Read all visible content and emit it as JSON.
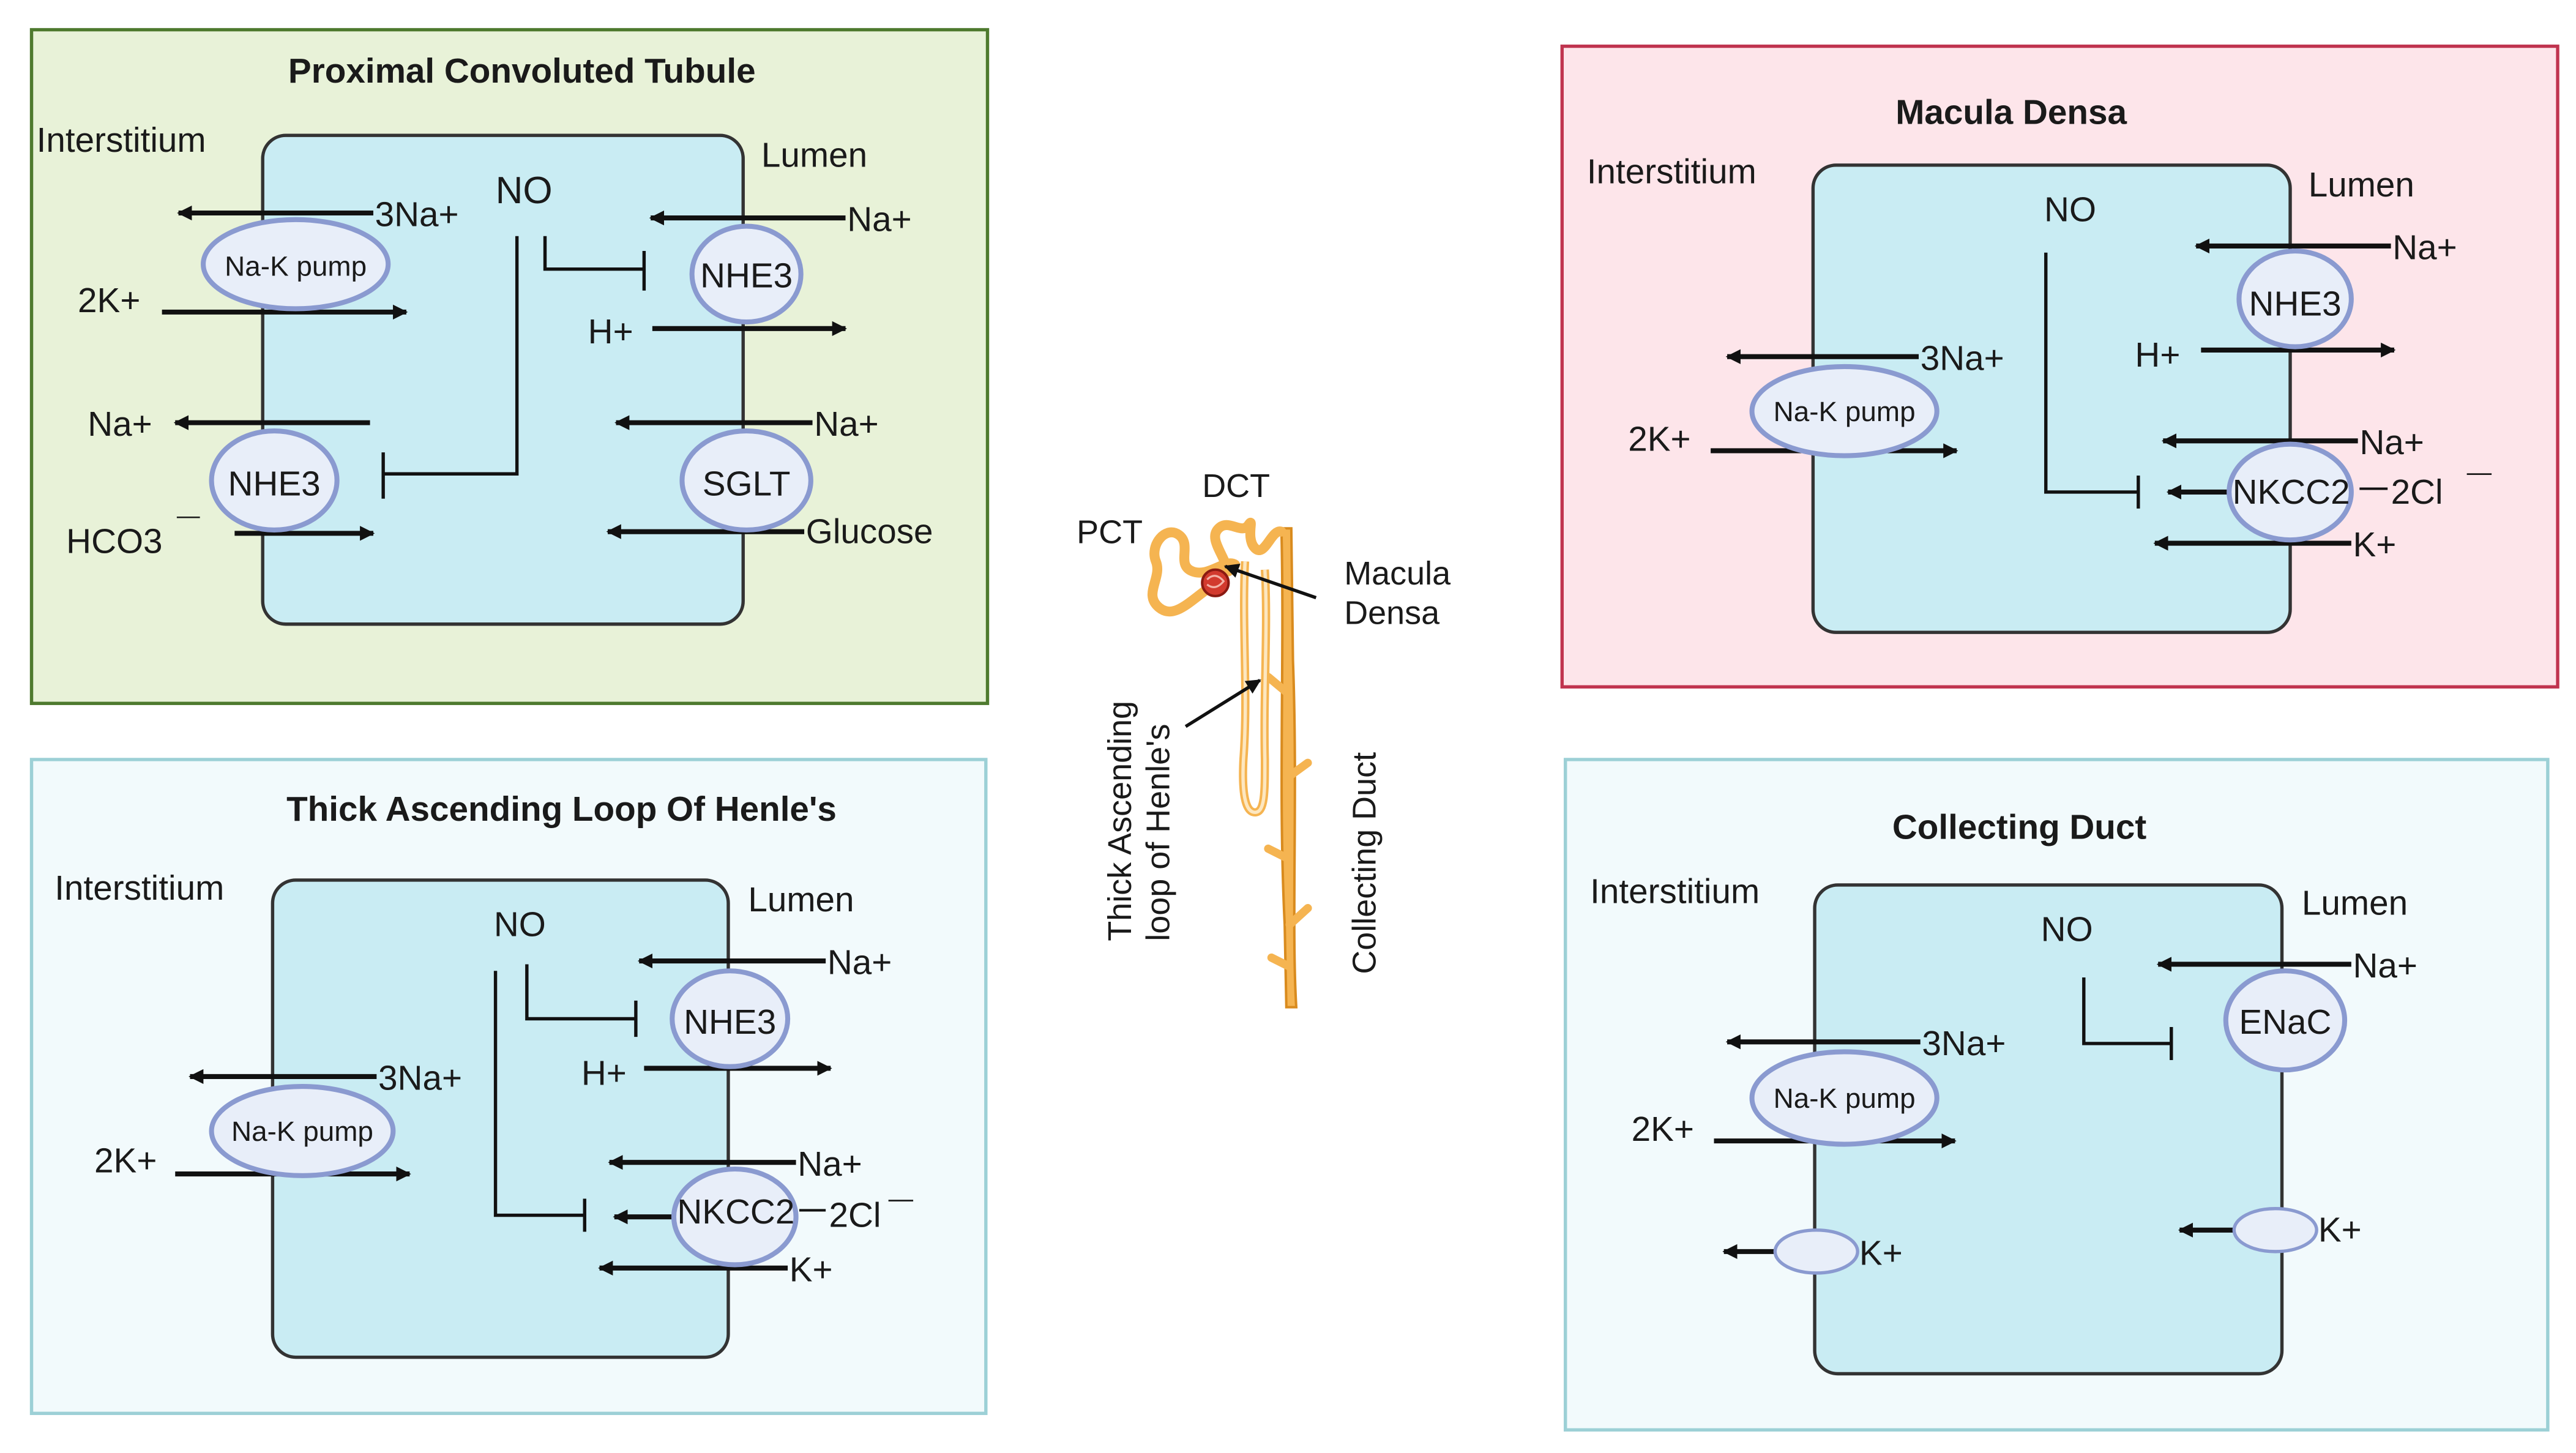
{
  "colors": {
    "pct_panel_fill": "#e8f2d8",
    "pct_panel_border": "#4e7a2e",
    "md_panel_fill": "#fde5ea",
    "md_panel_border": "#c0344f",
    "loop_panel_fill": "#f2fafc",
    "loop_panel_border": "#9cd0d6",
    "cd_panel_fill": "#f2fafc",
    "cd_panel_border": "#9cd0d6",
    "cell_fill": "#c9ecf3",
    "cell_border": "#333333",
    "transporter_fill": "#e8eef9",
    "transporter_border": "#8a9ad0",
    "nephron_fill": "#f5b451",
    "nephron_stroke": "#d98b1e",
    "macula_fill": "#d23a2e",
    "arrow": "#111111"
  },
  "panels": {
    "pct": {
      "title": "Proximal Convoluted Tubule",
      "interstitium": "Interstitium",
      "lumen": "Lumen",
      "no": "NO",
      "na_k_pump": "Na-K pump",
      "three_na": "3Na+",
      "two_k": "2K+",
      "nhe3_lumen": "NHE3",
      "na_lumen_1": "Na+",
      "h_plus": "H+",
      "na_interstitium": "Na+",
      "nhe3_basal": "NHE3",
      "hco3": "HCO3",
      "hco3_charge": "—",
      "sglt": "SGLT",
      "na_lumen_2": "Na+",
      "glucose": "Glucose"
    },
    "macula_densa": {
      "title": "Macula Densa",
      "interstitium": "Interstitium",
      "lumen": "Lumen",
      "no": "NO",
      "na_lumen": "Na+",
      "nhe3": "NHE3",
      "h_plus": "H+",
      "three_na": "3Na+",
      "na_k_pump": "Na-K pump",
      "two_k": "2K+",
      "na_nkcc": "Na+",
      "nkcc2": "NKCC2",
      "two_cl": "2Cl",
      "cl_charge": "—",
      "k_plus": "K+"
    },
    "loop_of_henle": {
      "title": "Thick Ascending Loop Of Henle's",
      "interstitium": "Interstitium",
      "lumen": "Lumen",
      "no": "NO",
      "na_lumen": "Na+",
      "nhe3": "NHE3",
      "h_plus": "H+",
      "three_na": "3Na+",
      "na_k_pump": "Na-K pump",
      "two_k": "2K+",
      "na_nkcc": "Na+",
      "nkcc2": "NKCC2",
      "two_cl": "2Cl",
      "cl_charge": "—",
      "k_plus": "K+"
    },
    "collecting_duct": {
      "title": "Collecting Duct",
      "interstitium": "Interstitium",
      "lumen": "Lumen",
      "no": "NO",
      "na_lumen": "Na+",
      "enac": "ENaC",
      "three_na": "3Na+",
      "na_k_pump": "Na-K pump",
      "two_k": "2K+",
      "k_interstitium": "K+",
      "k_lumen": "K+"
    }
  },
  "nephron": {
    "pct": "PCT",
    "dct": "DCT",
    "macula_densa_line1": "Macula",
    "macula_densa_line2": "Densa",
    "thick_ascending_line1": "Thick Ascending",
    "thick_ascending_line2": "loop of Henle's",
    "collecting_duct": "Collecting Duct"
  }
}
